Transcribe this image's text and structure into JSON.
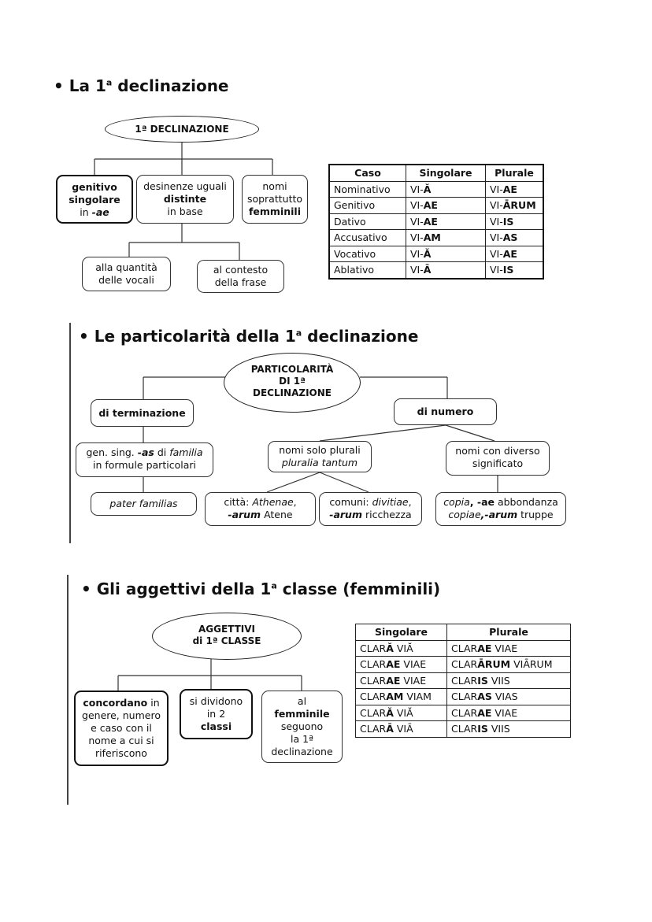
{
  "section1": {
    "heading_main": "La 1",
    "heading_sup": "a",
    "heading_rest": " declinazione",
    "oval": "1ª DECLINAZIONE",
    "box_genitivo": {
      "l1": "genitivo",
      "l2": "singolare",
      "l3a": "in ",
      "l3b": "-ae"
    },
    "box_desinenze": {
      "l1": "desinenze uguali",
      "l2": "distinte",
      "l3": "in base"
    },
    "box_nomi": {
      "l1": "nomi",
      "l2": "soprattutto",
      "l3": "femminili"
    },
    "box_quantita": {
      "l1": "alla quantità",
      "l2": "delle vocali"
    },
    "box_contesto": {
      "l1": "al contesto",
      "l2": "della frase"
    },
    "table": {
      "headers": [
        "Caso",
        "Singolare",
        "Plurale"
      ],
      "rows": [
        {
          "caso": "Nominativo",
          "s_pre": "VI-",
          "s_end": "Ă",
          "p_pre": "VI-",
          "p_end": "AE"
        },
        {
          "caso": "Genitivo",
          "s_pre": "VI-",
          "s_end": "AE",
          "p_pre": "VI-",
          "p_end": "ĀRUM"
        },
        {
          "caso": "Dativo",
          "s_pre": "VI-",
          "s_end": "AE",
          "p_pre": "VI-",
          "p_end": "IS"
        },
        {
          "caso": "Accusativo",
          "s_pre": "VI-",
          "s_end": "AM",
          "p_pre": "VI-",
          "p_end": "AS"
        },
        {
          "caso": "Vocativo",
          "s_pre": "VI-",
          "s_end": "Ă",
          "p_pre": "VI-",
          "p_end": "AE"
        },
        {
          "caso": "Ablativo",
          "s_pre": "VI-",
          "s_end": "Ā",
          "p_pre": "VI-",
          "p_end": "IS"
        }
      ]
    }
  },
  "section2": {
    "heading_main": "Le particolarità della 1",
    "heading_sup": "a",
    "heading_rest": " declinazione",
    "oval": {
      "l1": "PARTICOLARITÀ",
      "l2": "DI 1ª",
      "l3": "DECLINAZIONE"
    },
    "box_terminazione": "di terminazione",
    "box_numero": "di numero",
    "box_gen": {
      "l1a": "gen. sing. ",
      "l1b": "-as",
      "l1c": " di ",
      "l1d": "familia",
      "l2": "in formule particolari"
    },
    "box_plurali": {
      "l1": "nomi solo plurali",
      "l2": "pluralia tantum"
    },
    "box_diverso": {
      "l1": "nomi con diverso",
      "l2": "significato"
    },
    "box_pater": "pater familias",
    "box_citta": {
      "l1a": "città: ",
      "l1b": "Athenae",
      "l1c": ",",
      "l2a": "-arum",
      "l2b": " Atene"
    },
    "box_comuni": {
      "l1a": "comuni: ",
      "l1b": "divitiae",
      "l1c": ",",
      "l2a": "-arum",
      "l2b": " ricchezza"
    },
    "box_copia": {
      "l1a": "copia",
      "l1b": ", -ae",
      "l1c": " abbondanza",
      "l2a": "copiae",
      "l2b": ",-arum",
      "l2c": " truppe"
    }
  },
  "section3": {
    "heading_main": "Gli aggettivi della 1",
    "heading_sup": "a",
    "heading_rest": " classe (femminili)",
    "oval": {
      "l1": "AGGETTIVI",
      "l2": "di 1ª CLASSE"
    },
    "box_concordano": {
      "l1a": "concordano",
      "l1b": " in",
      "l2": "genere, numero",
      "l3": "e caso con il",
      "l4": "nome a cui si",
      "l5": "riferiscono"
    },
    "box_dividono": {
      "l1": "si dividono",
      "l2": "in 2",
      "l3": "classi"
    },
    "box_femminile": {
      "l1": "al",
      "l2": "femminile",
      "l3": "seguono",
      "l4": "la 1ª",
      "l5": "declinazione"
    },
    "table": {
      "headers": [
        "Singolare",
        "Plurale"
      ],
      "rows": [
        {
          "s_a": "CLAR",
          "s_b": "Ă",
          "s_c": " VI",
          "s_d": "Ă",
          "p_a": "CLAR",
          "p_b": "AE",
          "p_c": " VIAE"
        },
        {
          "s_a": "CLAR",
          "s_b": "AE",
          "s_c": " VIAE",
          "s_d": "",
          "p_a": "CLAR",
          "p_b": "ĀRUM",
          "p_c": " VIĀRUM"
        },
        {
          "s_a": "CLAR",
          "s_b": "AE",
          "s_c": " VIAE",
          "s_d": "",
          "p_a": "CLAR",
          "p_b": "IS",
          "p_c": " VIIS"
        },
        {
          "s_a": "CLAR",
          "s_b": "AM",
          "s_c": " VIAM",
          "s_d": "",
          "p_a": "CLAR",
          "p_b": "AS",
          "p_c": " VIAS"
        },
        {
          "s_a": "CLAR",
          "s_b": "Ă",
          "s_c": " VI",
          "s_d": "Ă",
          "p_a": "CLAR",
          "p_b": "AE",
          "p_c": " VIAE"
        },
        {
          "s_a": "CLAR",
          "s_b": "Ā",
          "s_c": " VI",
          "s_d": "Ā",
          "p_a": "CLAR",
          "p_b": "IS",
          "p_c": " VIIS"
        }
      ]
    }
  }
}
